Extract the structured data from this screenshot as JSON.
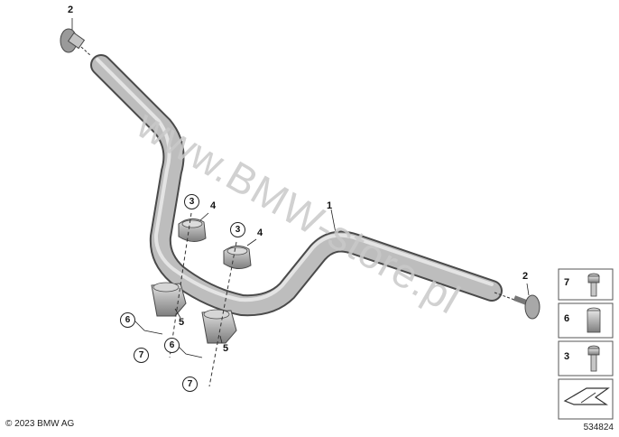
{
  "watermark": "www.BMW-store.pl",
  "copyright": "© 2023 BMW AG",
  "diagram_number": "534824",
  "callouts": {
    "end_left": "2",
    "end_right": "2",
    "handlebar": "1",
    "clamp_a_top": "3",
    "clamp_a_cap": "4",
    "clamp_b_top": "3",
    "clamp_b_cap": "4",
    "riser_a": "5",
    "riser_b": "5",
    "washer_a": "6",
    "washer_b": "6",
    "bolt_a": "7",
    "bolt_b": "7"
  },
  "legend": [
    {
      "number": "7",
      "part": "bolt"
    },
    {
      "number": "6",
      "part": "sleeve"
    },
    {
      "number": "3",
      "part": "screw"
    }
  ],
  "colors": {
    "part_fill": "#b8b8b8",
    "part_stroke": "#4a4a4a",
    "watermark": "#c9c9c9"
  }
}
